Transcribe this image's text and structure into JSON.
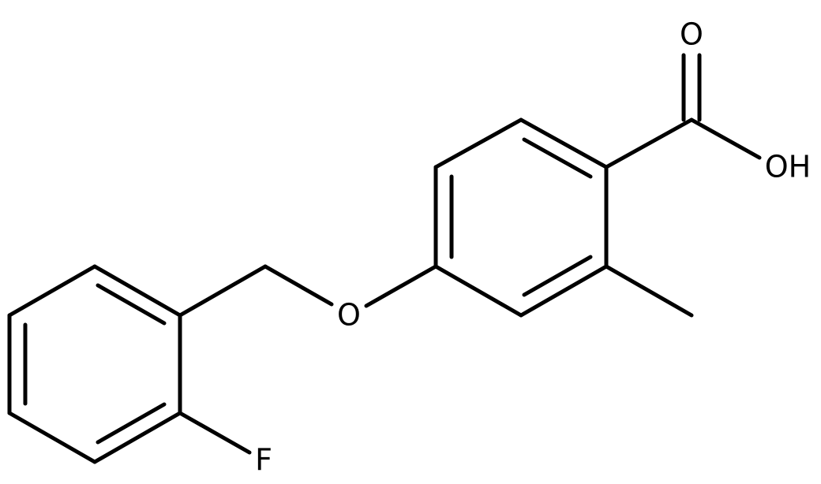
{
  "molecule": {
    "atom_labels": {
      "carbonyl_oxygen": "O",
      "hydroxyl": "OH",
      "ether_oxygen": "O",
      "fluorine": "F"
    },
    "colors": {
      "bond": "#000000",
      "label": "#000000",
      "background": "#ffffff"
    }
  }
}
